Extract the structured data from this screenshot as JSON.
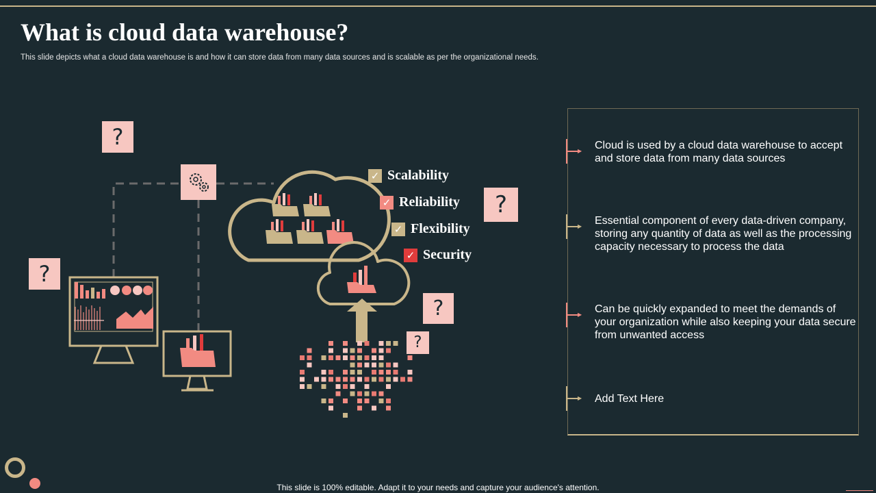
{
  "slide": {
    "title": "What is cloud data warehouse?",
    "subtitle": "This slide depicts what a cloud data warehouse is and how it can store data from many data sources and is scalable as per the organizational needs.",
    "footer": "This slide is 100% editable. Adapt it to your needs and capture your audience's attention."
  },
  "question_mark": "?",
  "check_glyph": "✓",
  "checklist": [
    {
      "label": "Scalability",
      "color": "#c9b68a"
    },
    {
      "label": "Reliability",
      "color": "#f28b82"
    },
    {
      "label": "Flexibility",
      "color": "#c9b68a"
    },
    {
      "label": "Security",
      "color": "#e03c3c"
    }
  ],
  "bullets": [
    {
      "text": "Cloud is used by a cloud data warehouse to accept and store data from many data sources",
      "color": "#f28b82"
    },
    {
      "text": "Essential component of every data-driven company, storing any quantity  of data as well as the processing capacity necessary to process the data",
      "color": "#c9b68a"
    },
    {
      "text": "Can be quickly expanded to meet the demands of your organization while also keeping your data secure from unwanted  access",
      "color": "#f28b82"
    },
    {
      "text": "Add Text Here",
      "color": "#c9b68a"
    }
  ],
  "colors": {
    "background": "#1b2a30",
    "gold": "#c9b68a",
    "pink": "#f7c7c1",
    "coral": "#f28b82",
    "red": "#e03c3c"
  },
  "icons": [
    "question-icon",
    "gear-icon",
    "cloud-icon",
    "folder-chart-icon",
    "monitor-icon",
    "upload-arrow-icon",
    "check-icon"
  ]
}
